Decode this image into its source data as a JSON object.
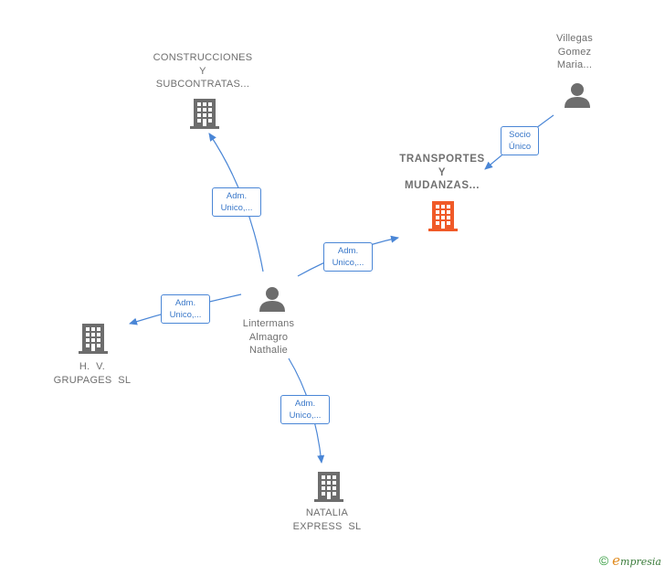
{
  "nodes": {
    "construcciones": {
      "lines": [
        "CONSTRUCCIONES",
        "Y",
        "SUBCONTRATAS..."
      ]
    },
    "transportes": {
      "lines": [
        "TRANSPORTES",
        "Y",
        "MUDANZAS..."
      ]
    },
    "villegas": {
      "lines": [
        "Villegas",
        "Gomez",
        "Maria..."
      ]
    },
    "lintermans": {
      "lines": [
        "Lintermans",
        "Almagro",
        "Nathalie"
      ]
    },
    "hv": {
      "lines": [
        "H.  V.",
        "GRUPAGES  SL"
      ]
    },
    "natalia": {
      "lines": [
        "NATALIA",
        "EXPRESS  SL"
      ]
    }
  },
  "edges": {
    "to_construcciones": {
      "lines": [
        "Adm.",
        "Unico,..."
      ]
    },
    "to_transportes": {
      "lines": [
        "Adm.",
        "Unico,..."
      ]
    },
    "to_hv": {
      "lines": [
        "Adm.",
        "Unico,..."
      ]
    },
    "to_natalia": {
      "lines": [
        "Adm.",
        "Unico,..."
      ]
    },
    "villegas_socio": {
      "lines": [
        "Socio",
        "Único"
      ]
    }
  },
  "footer": {
    "copyright": "©",
    "brand_initial": "e",
    "brand_rest": "mpresia"
  },
  "colors": {
    "edge": "#4a86d6",
    "icon_gray": "#6d6d6d",
    "icon_highlight": "#f05a28"
  }
}
